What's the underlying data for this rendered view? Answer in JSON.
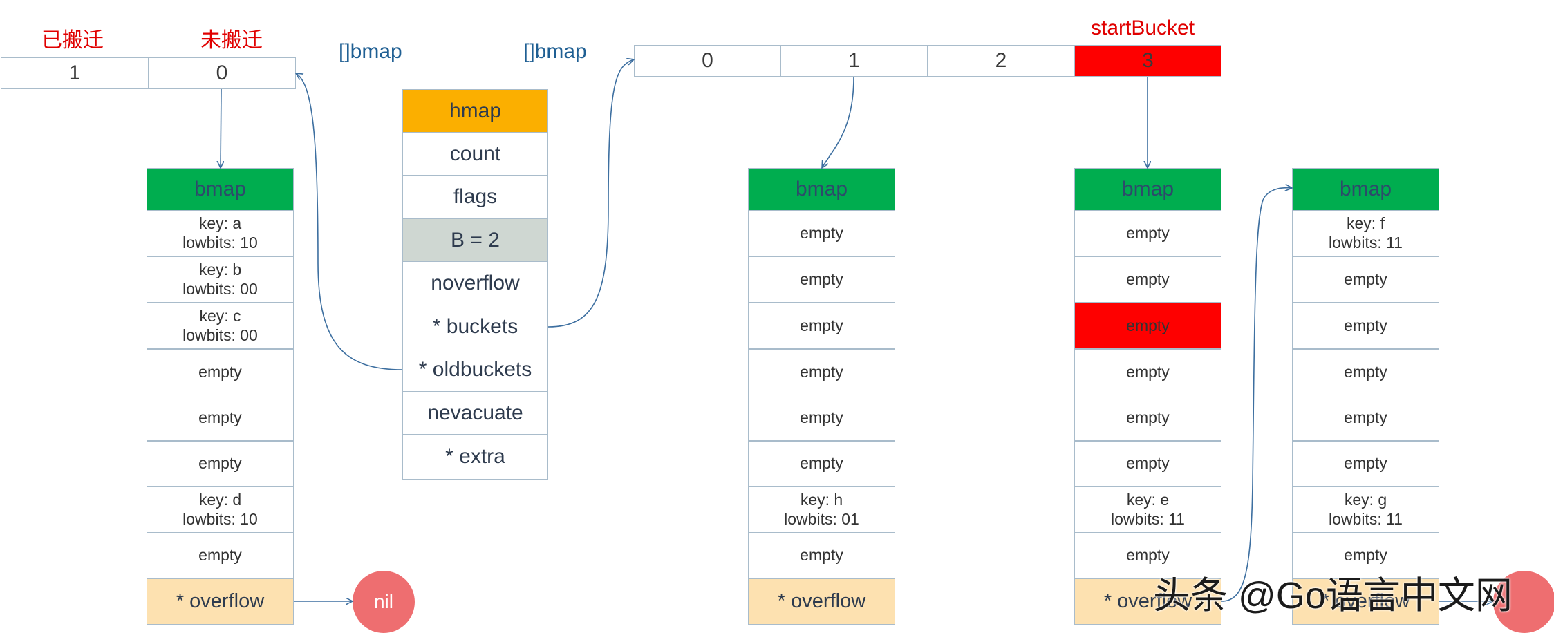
{
  "labels": {
    "migrated": "已搬迁",
    "not_migrated": "未搬迁",
    "old_type": "[]bmap",
    "new_type": "[]bmap",
    "start_bucket": "startBucket"
  },
  "old_array": [
    "1",
    "0"
  ],
  "new_array": [
    "0",
    "1",
    "2",
    "3"
  ],
  "hmap": [
    "hmap",
    "count",
    "flags",
    "B = 2",
    "noverflow",
    "* buckets",
    "* oldbuckets",
    "nevacuate",
    "* extra"
  ],
  "buckets": {
    "old0": {
      "header": "bmap",
      "slots": [
        [
          "key: a",
          "lowbits: 10"
        ],
        [
          "key: b",
          "lowbits: 00"
        ],
        [
          "key: c",
          "lowbits: 00"
        ],
        [
          "empty"
        ],
        [
          "empty"
        ],
        [
          "empty"
        ],
        [
          "key: d",
          "lowbits: 10"
        ],
        [
          "empty"
        ]
      ],
      "overflow": "* overflow"
    },
    "new1": {
      "header": "bmap",
      "slots": [
        [
          "empty"
        ],
        [
          "empty"
        ],
        [
          "empty"
        ],
        [
          "empty"
        ],
        [
          "empty"
        ],
        [
          "empty"
        ],
        [
          "key: h",
          "lowbits: 01"
        ],
        [
          "empty"
        ]
      ],
      "overflow": "* overflow"
    },
    "new3": {
      "header": "bmap",
      "slots": [
        [
          "empty"
        ],
        [
          "empty"
        ],
        [
          "empty"
        ],
        [
          "empty"
        ],
        [
          "empty"
        ],
        [
          "empty"
        ],
        [
          "key: e",
          "lowbits: 11"
        ],
        [
          "empty"
        ]
      ],
      "overflow": "* overflow"
    },
    "new3_overflow": {
      "header": "bmap",
      "slots": [
        [
          "key: f",
          "lowbits: 11"
        ],
        [
          "empty"
        ],
        [
          "empty"
        ],
        [
          "empty"
        ],
        [
          "empty"
        ],
        [
          "empty"
        ],
        [
          "key: g",
          "lowbits: 11"
        ],
        [
          "empty"
        ]
      ],
      "overflow": "* overflow"
    }
  },
  "nil_label": "nil",
  "watermark": "头条 @Go语言中文网",
  "colors": {
    "bmap_header": "#00ad4f",
    "hmap_header": "#fbaf00",
    "highlight_red": "#fe0000",
    "overflow_fill": "#fde1b0",
    "nil_fill": "#ee6e70",
    "edge": "#3d6fa0"
  }
}
